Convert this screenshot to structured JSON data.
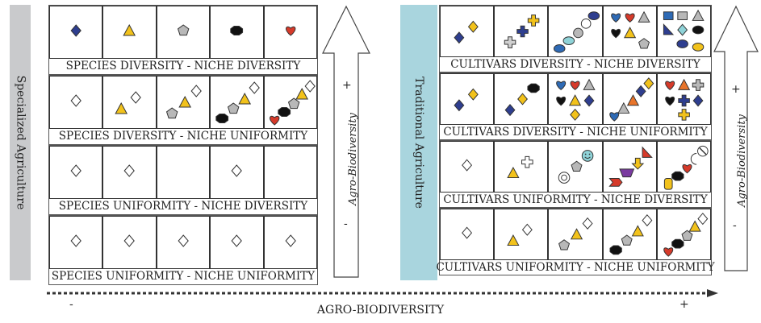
{
  "left_section": {
    "band_label": "Specialized Agriculture",
    "rows": [
      {
        "label": "SPECIES DIVERSITY - NICHE DIVERSITY",
        "cells": [
          [
            [
              "diamond",
              "#2e3e8f"
            ]
          ],
          [
            [
              "triangle",
              "#f2c21b"
            ]
          ],
          [
            [
              "pentagon",
              "#b8b8b8"
            ]
          ],
          [
            [
              "octagon",
              "#111111"
            ]
          ],
          [
            [
              "heart",
              "#d63a2a"
            ]
          ]
        ]
      },
      {
        "label": "SPECIES DIVERSITY - NICHE UNIFORMITY",
        "cells": [
          [
            [
              "diamond",
              "#ffffff"
            ]
          ],
          [
            [
              "triangle",
              "#f2c21b"
            ],
            [
              "diamond",
              "#ffffff"
            ]
          ],
          [
            [
              "pentagon",
              "#b8b8b8"
            ],
            [
              "triangle",
              "#f2c21b"
            ],
            [
              "diamond",
              "#ffffff"
            ]
          ],
          [
            [
              "octagon",
              "#111111"
            ],
            [
              "pentagon",
              "#b8b8b8"
            ],
            [
              "triangle",
              "#f2c21b"
            ],
            [
              "diamond",
              "#ffffff"
            ]
          ],
          [
            [
              "heart",
              "#d63a2a"
            ],
            [
              "octagon",
              "#111111"
            ],
            [
              "pentagon",
              "#b8b8b8"
            ],
            [
              "triangle",
              "#f2c21b"
            ],
            [
              "diamond",
              "#ffffff"
            ]
          ]
        ]
      },
      {
        "label": "SPECIES UNIFORMITY - NICHE DIVERSITY",
        "cells": [
          [
            [
              "diamond",
              "#ffffff"
            ]
          ],
          [
            [
              "diamond",
              "#ffffff"
            ]
          ],
          [],
          [
            [
              "diamond",
              "#ffffff"
            ]
          ],
          []
        ]
      },
      {
        "label": "SPECIES UNIFORMITY - NICHE UNIFORMITY",
        "cells": [
          [
            [
              "diamond",
              "#ffffff"
            ]
          ],
          [
            [
              "diamond",
              "#ffffff"
            ]
          ],
          [
            [
              "diamond",
              "#ffffff"
            ]
          ],
          [
            [
              "diamond",
              "#ffffff"
            ]
          ],
          [
            [
              "diamond",
              "#ffffff"
            ]
          ]
        ]
      }
    ],
    "arrow_label": "Agro-Biodiversity",
    "arrow_plus": "+",
    "arrow_minus": "-"
  },
  "right_section": {
    "band_label": "Traditional Agriculture",
    "rows": [
      {
        "label": "CULTIVARS DIVERSITY - NICHE DIVERSITY",
        "cells": [
          [
            [
              "diamond",
              "#2e3e8f"
            ],
            [
              "diamond",
              "#f2c21b"
            ]
          ],
          [
            [
              "cross",
              "#d0d0d0"
            ],
            [
              "cross",
              "#2e3e8f"
            ],
            [
              "cross",
              "#f2c21b"
            ]
          ],
          [
            [
              "ellipse",
              "#2e6ab5"
            ],
            [
              "ellipse",
              "#8fd3d8"
            ],
            [
              "circle",
              "#b8b8b8"
            ],
            [
              "circle",
              "#ffffff"
            ],
            [
              "ellipse",
              "#2e3e8f"
            ]
          ],
          [
            [
              "heart",
              "#2e6ab5"
            ],
            [
              "heart",
              "#d63a2a"
            ],
            [
              "triangle",
              "#b8b8b8"
            ],
            [
              "heart",
              "#111111"
            ],
            [
              "triangle",
              "#f2c21b"
            ],
            [
              "pentagon",
              "#b8b8b8"
            ]
          ],
          [
            [
              "square",
              "#2e6ab5"
            ],
            [
              "square",
              "#b8b8b8"
            ],
            [
              "triangle",
              "#b8b8b8"
            ],
            [
              "halftri",
              "#2e3e8f"
            ],
            [
              "diamond",
              "#8fd3d8"
            ],
            [
              "ellipse",
              "#111111"
            ],
            [
              "ellipse",
              "#2e3e8f"
            ],
            [
              "ellipse",
              "#f2c21b"
            ]
          ]
        ]
      },
      {
        "label": "CULTIVARS DIVERSITY - NICHE UNIFORMITY",
        "cells": [
          [
            [
              "diamond",
              "#2e3e8f"
            ],
            [
              "diamond",
              "#f2c21b"
            ]
          ],
          [
            [
              "diamond",
              "#2e3e8f"
            ],
            [
              "diamond",
              "#f2c21b"
            ],
            [
              "octagon",
              "#111111"
            ]
          ],
          [
            [
              "heart",
              "#2e6ab5"
            ],
            [
              "heart",
              "#d63a2a"
            ],
            [
              "triangle",
              "#b8b8b8"
            ],
            [
              "heart",
              "#111111"
            ],
            [
              "triangle",
              "#f2c21b"
            ],
            [
              "diamond",
              "#2e3e8f"
            ],
            [
              "diamond",
              "#f2c21b"
            ]
          ],
          [
            [
              "heart",
              "#2e6ab5"
            ],
            [
              "triangle",
              "#b8b8b8"
            ],
            [
              "triangle",
              "#e8742a"
            ],
            [
              "diamond",
              "#2e3e8f"
            ],
            [
              "diamond",
              "#f2c21b"
            ]
          ],
          [
            [
              "heart",
              "#d63a2a"
            ],
            [
              "triangle",
              "#e8742a"
            ],
            [
              "cross",
              "#b8b8b8"
            ],
            [
              "heart",
              "#111111"
            ],
            [
              "cross",
              "#2e3e8f"
            ],
            [
              "diamond",
              "#2e3e8f"
            ],
            [
              "cross",
              "#f2c21b"
            ]
          ]
        ]
      },
      {
        "label": "CULTIVARS UNIFORMITY - NICHE DIVERSITY",
        "cells": [
          [
            [
              "diamond",
              "#ffffff"
            ]
          ],
          [
            [
              "triangle",
              "#f2c21b"
            ],
            [
              "cross",
              "#ffffff"
            ]
          ],
          [
            [
              "ring",
              "#ffffff"
            ],
            [
              "pentagon",
              "#b8b8b8"
            ],
            [
              "smiley",
              "#8fd3d8"
            ]
          ],
          [
            [
              "chevron",
              "#d63a2a"
            ],
            [
              "trapezoid",
              "#7a3aa0"
            ],
            [
              "downarrow",
              "#f2c21b"
            ],
            [
              "halftri",
              "#d63a2a"
            ]
          ],
          [
            [
              "roundsq",
              "#f2c21b"
            ],
            [
              "octagon",
              "#111111"
            ],
            [
              "heart",
              "#d63a2a"
            ],
            [
              "crescent",
              "#2e3e8f"
            ],
            [
              "noentry",
              "#ffffff"
            ]
          ]
        ]
      },
      {
        "label": "CULTIVARS UNIFORMITY - NICHE UNIFORMITY",
        "cells": [
          [
            [
              "diamond",
              "#ffffff"
            ]
          ],
          [
            [
              "triangle",
              "#f2c21b"
            ],
            [
              "diamond",
              "#ffffff"
            ]
          ],
          [
            [
              "pentagon",
              "#b8b8b8"
            ],
            [
              "triangle",
              "#f2c21b"
            ],
            [
              "diamond",
              "#ffffff"
            ]
          ],
          [
            [
              "octagon",
              "#111111"
            ],
            [
              "pentagon",
              "#b8b8b8"
            ],
            [
              "triangle",
              "#f2c21b"
            ],
            [
              "diamond",
              "#ffffff"
            ]
          ],
          [
            [
              "heart",
              "#d63a2a"
            ],
            [
              "octagon",
              "#111111"
            ],
            [
              "pentagon",
              "#b8b8b8"
            ],
            [
              "triangle",
              "#f2c21b"
            ],
            [
              "diamond",
              "#ffffff"
            ]
          ]
        ]
      }
    ],
    "arrow_label": "Agro-Biodiversity",
    "arrow_plus": "+",
    "arrow_minus": "-"
  },
  "bottom_axis": {
    "label": "AGRO-BIODIVERSITY",
    "minus": "-",
    "plus": "+"
  }
}
